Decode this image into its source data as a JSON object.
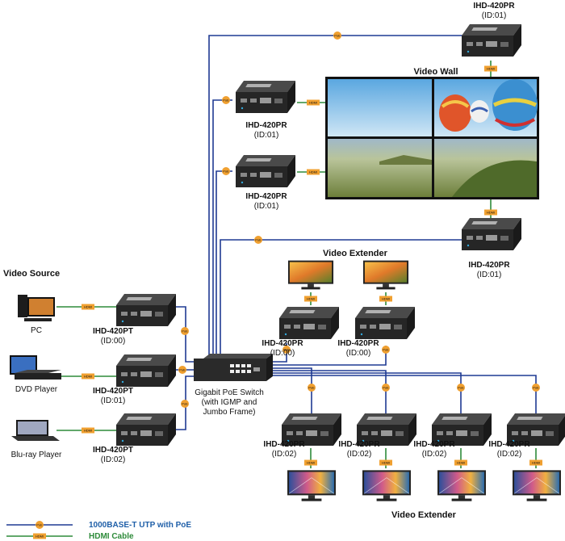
{
  "colors": {
    "utp": "#1f3a93",
    "hdmi": "#2e8b3a",
    "poe_badge": "#f0a030",
    "device_body": "#2c2c2c",
    "legend_utp_text": "#1f5fa8",
    "legend_hdmi_text": "#2e8b3a"
  },
  "titles": {
    "video_source": "Video Source",
    "video_wall": "Video Wall",
    "video_extender_top": "Video Extender",
    "video_extender_bottom": "Video Extender"
  },
  "badges": {
    "poe": "PoE",
    "hdmi": "HDMI"
  },
  "switch": {
    "line1": "Gigabit PoE Switch",
    "line2": "(with IGMP and",
    "line3": "Jumbo Frame)"
  },
  "sources": [
    {
      "label": "PC",
      "icon": "pc-icon"
    },
    {
      "label": "DVD Player",
      "icon": "dvd-player-icon"
    },
    {
      "label": "Blu-ray Player",
      "icon": "bluray-player-icon"
    }
  ],
  "transmitters": [
    {
      "model": "IHD-420PT",
      "id": "(ID:00)"
    },
    {
      "model": "IHD-420PT",
      "id": "(ID:01)"
    },
    {
      "model": "IHD-420PT",
      "id": "(ID:02)"
    }
  ],
  "wall_receivers": [
    {
      "model": "IHD-420PR",
      "id": "(ID:01)"
    },
    {
      "model": "IHD-420PR",
      "id": "(ID:01)"
    },
    {
      "model": "IHD-420PR",
      "id": "(ID:01)"
    },
    {
      "model": "IHD-420PR",
      "id": "(ID:01)"
    }
  ],
  "mid_receivers": [
    {
      "model": "IHD-420PR",
      "id": "(ID:00)"
    },
    {
      "model": "IHD-420PR",
      "id": "(ID:00)"
    }
  ],
  "bottom_receivers": [
    {
      "model": "IHD-420PR",
      "id": "(ID:02)"
    },
    {
      "model": "IHD-420PR",
      "id": "(ID:02)"
    },
    {
      "model": "IHD-420PR",
      "id": "(ID:02)"
    },
    {
      "model": "IHD-420PR",
      "id": "(ID:02)"
    }
  ],
  "legend": {
    "utp": "1000BASE-T UTP with PoE",
    "hdmi": "HDMI Cable"
  }
}
